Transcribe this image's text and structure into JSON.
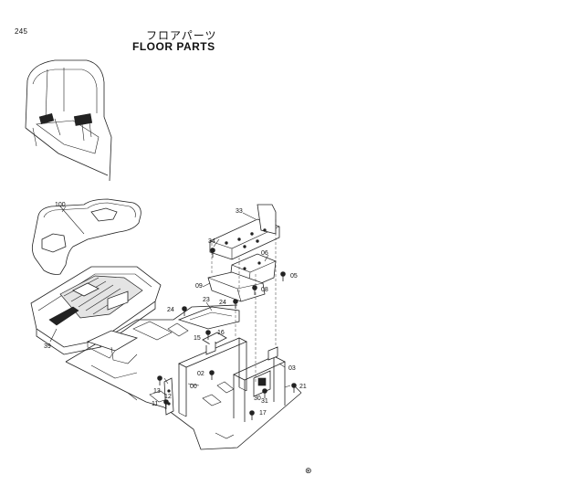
{
  "page": {
    "number": "245",
    "title_jp": "フロアパーツ",
    "title_en": "FLOOR  PARTS",
    "mark": "⊛"
  },
  "callouts": [
    {
      "id": "c100",
      "label": "100"
    },
    {
      "id": "c39",
      "label": "39"
    },
    {
      "id": "c33",
      "label": "33"
    },
    {
      "id": "c34",
      "label": "34"
    },
    {
      "id": "c06",
      "label": "06"
    },
    {
      "id": "c05",
      "label": "05"
    },
    {
      "id": "c09",
      "label": "09"
    },
    {
      "id": "c08",
      "label": "08"
    },
    {
      "id": "c23",
      "label": "23"
    },
    {
      "id": "c24a",
      "label": "24"
    },
    {
      "id": "c24b",
      "label": "24"
    },
    {
      "id": "c16",
      "label": "16"
    },
    {
      "id": "c15",
      "label": "15"
    },
    {
      "id": "c03",
      "label": "03"
    },
    {
      "id": "c02",
      "label": "02"
    },
    {
      "id": "c00",
      "label": "00"
    },
    {
      "id": "c13",
      "label": "13"
    },
    {
      "id": "c12",
      "label": "12"
    },
    {
      "id": "c11",
      "label": "11"
    },
    {
      "id": "c21",
      "label": "21"
    },
    {
      "id": "c30",
      "label": "30"
    },
    {
      "id": "c31",
      "label": "31"
    },
    {
      "id": "c17",
      "label": "17"
    }
  ]
}
